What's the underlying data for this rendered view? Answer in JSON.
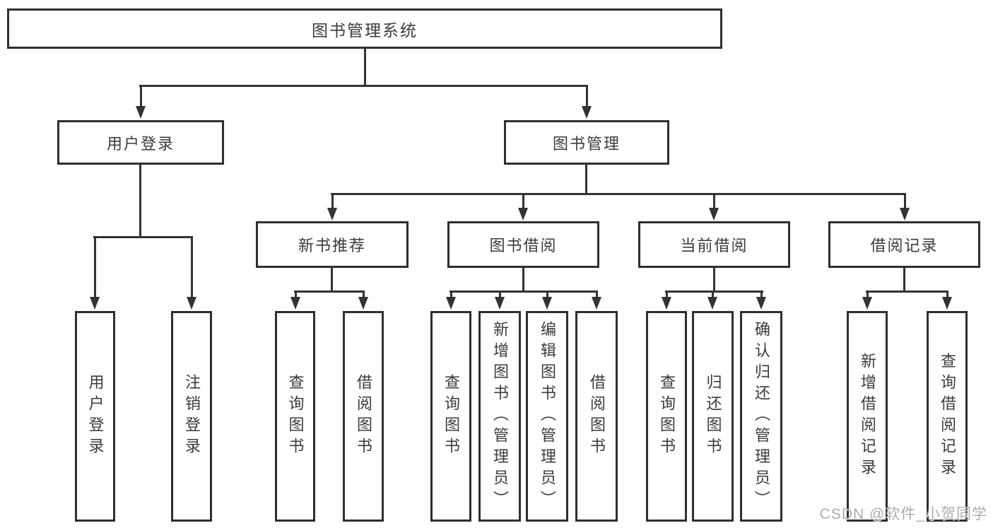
{
  "diagram_title": "图书管理系统",
  "watermark": "CSDN @软件_小贺同学",
  "colors": {
    "line": "#333333",
    "box_border": "#2f2f2f",
    "text": "#3b3b3b",
    "background": "#ffffff",
    "watermark": "#a8a8b0"
  },
  "nodes": [
    {
      "id": "root",
      "label": "图书管理系统",
      "parent": null,
      "text_direction": "horizontal"
    },
    {
      "id": "user-login",
      "label": "用户登录",
      "parent": "root",
      "text_direction": "horizontal"
    },
    {
      "id": "book-mgmt",
      "label": "图书管理",
      "parent": "root",
      "text_direction": "horizontal"
    },
    {
      "id": "new-book-rec",
      "label": "新书推荐",
      "parent": "book-mgmt",
      "text_direction": "horizontal"
    },
    {
      "id": "book-borrow",
      "label": "图书借阅",
      "parent": "book-mgmt",
      "text_direction": "horizontal"
    },
    {
      "id": "current-borrow",
      "label": "当前借阅",
      "parent": "book-mgmt",
      "text_direction": "horizontal"
    },
    {
      "id": "borrow-records",
      "label": "借阅记录",
      "parent": "book-mgmt",
      "text_direction": "horizontal"
    },
    {
      "id": "leaf-user-login",
      "label": "用户登录",
      "parent": "user-login",
      "text_direction": "vertical"
    },
    {
      "id": "leaf-logout",
      "label": "注销登录",
      "parent": "user-login",
      "text_direction": "vertical"
    },
    {
      "id": "leaf-query-books-1",
      "label": "查询图书",
      "parent": "new-book-rec",
      "text_direction": "vertical"
    },
    {
      "id": "leaf-borrow-books-1",
      "label": "借阅图书",
      "parent": "new-book-rec",
      "text_direction": "vertical"
    },
    {
      "id": "leaf-query-books-2",
      "label": "查询图书",
      "parent": "book-borrow",
      "text_direction": "vertical"
    },
    {
      "id": "leaf-add-books",
      "label": "新增图书（管理员）",
      "parent": "book-borrow",
      "text_direction": "vertical"
    },
    {
      "id": "leaf-edit-books",
      "label": "编辑图书（管理员）",
      "parent": "book-borrow",
      "text_direction": "vertical"
    },
    {
      "id": "leaf-borrow-books-2",
      "label": "借阅图书",
      "parent": "book-borrow",
      "text_direction": "vertical"
    },
    {
      "id": "leaf-query-books-3",
      "label": "查询图书",
      "parent": "current-borrow",
      "text_direction": "vertical"
    },
    {
      "id": "leaf-return-books",
      "label": "归还图书",
      "parent": "current-borrow",
      "text_direction": "vertical"
    },
    {
      "id": "leaf-confirm-return",
      "label": "确认归还（管理员）",
      "parent": "current-borrow",
      "text_direction": "vertical"
    },
    {
      "id": "leaf-add-borrow-record",
      "label": "新增借阅记录",
      "parent": "borrow-records",
      "text_direction": "vertical"
    },
    {
      "id": "leaf-query-borrow-record",
      "label": "查询借阅记录",
      "parent": "borrow-records",
      "text_direction": "vertical"
    }
  ]
}
